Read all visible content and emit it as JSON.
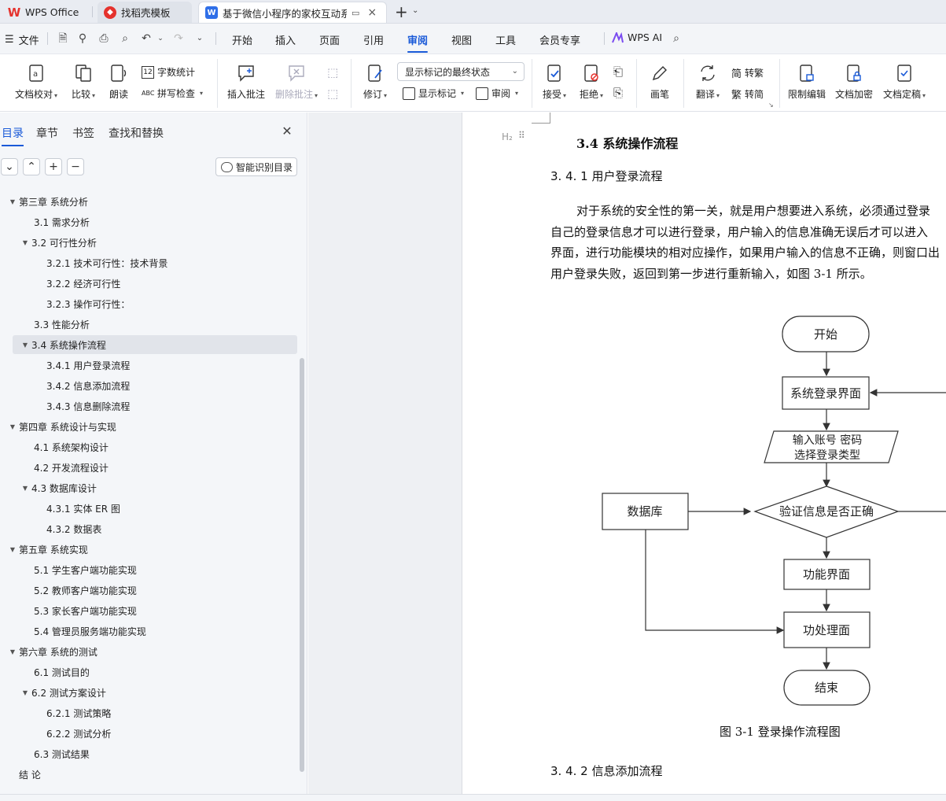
{
  "tabs": [
    {
      "label": "WPS Office",
      "icon": "wps-logo-icon"
    },
    {
      "label": "找稻壳模板",
      "icon": "docer-icon"
    },
    {
      "label": "基于微信小程序的家校互动系统",
      "icon": "writer-doc-icon"
    }
  ],
  "menu": {
    "file": "文件",
    "items": [
      "开始",
      "插入",
      "页面",
      "引用",
      "审阅",
      "视图",
      "工具",
      "会员专享"
    ],
    "active": "审阅",
    "ai": "WPS AI"
  },
  "ribbon": {
    "proofread": "文档校对",
    "compare": "比较",
    "read_aloud": "朗读",
    "word_count": "字数统计",
    "spell_check": "拼写检查",
    "insert_comment": "插入批注",
    "delete_comment": "删除批注",
    "track_changes": "修订",
    "display_state": "显示标记的最终状态",
    "show_markup": "显示标记",
    "review": "审阅",
    "accept": "接受",
    "reject": "拒绝",
    "pen": "画笔",
    "translate": "翻译",
    "to_traditional": "转繁",
    "to_simplified": "转简",
    "restrict_edit": "限制编辑",
    "encrypt": "文档加密",
    "finalize": "文档定稿"
  },
  "nav": {
    "tabs": [
      "目录",
      "章节",
      "书签",
      "查找和替换"
    ],
    "active_tab": "目录",
    "smart_button": "智能识别目录",
    "toc": [
      {
        "text": "第三章  系统分析",
        "level": 1,
        "expanded": true
      },
      {
        "text": "3.1 需求分析",
        "level": 2
      },
      {
        "text": "3.2 可行性分析",
        "level": 2,
        "expanded": true
      },
      {
        "text": "3.2.1 技术可行性：技术背景",
        "level": 3
      },
      {
        "text": "3.2.2 经济可行性",
        "level": 3
      },
      {
        "text": "3.2.3 操作可行性：",
        "level": 3
      },
      {
        "text": "3.3 性能分析",
        "level": 2
      },
      {
        "text": "3.4 系统操作流程",
        "level": 2,
        "expanded": true,
        "selected": true
      },
      {
        "text": "3.4.1 用户登录流程",
        "level": 3
      },
      {
        "text": "3.4.2 信息添加流程",
        "level": 3
      },
      {
        "text": "3.4.3 信息删除流程",
        "level": 3
      },
      {
        "text": "第四章  系统设计与实现",
        "level": 1,
        "expanded": true
      },
      {
        "text": "4.1 系统架构设计",
        "level": 2
      },
      {
        "text": "4.2 开发流程设计",
        "level": 2
      },
      {
        "text": "4.3 数据库设计",
        "level": 2,
        "expanded": true
      },
      {
        "text": "4.3.1 实体 ER 图",
        "level": 3
      },
      {
        "text": "4.3.2 数据表",
        "level": 3
      },
      {
        "text": "第五章  系统实现",
        "level": 1,
        "expanded": true
      },
      {
        "text": "5.1 学生客户端功能实现",
        "level": 2
      },
      {
        "text": "5.2 教师客户端功能实现",
        "level": 2
      },
      {
        "text": "5.3 家长客户端功能实现",
        "level": 2
      },
      {
        "text": "5.4  管理员服务端功能实现",
        "level": 2
      },
      {
        "text": "第六章   系统的测试",
        "level": 1,
        "expanded": true
      },
      {
        "text": "6.1  测试目的",
        "level": 2
      },
      {
        "text": "6.2  测试方案设计",
        "level": 2,
        "expanded": true
      },
      {
        "text": "6.2.1  测试策略",
        "level": 3
      },
      {
        "text": "6.2.2  测试分析",
        "level": 3
      },
      {
        "text": "6.3  测试结果",
        "level": 2
      },
      {
        "text": "结   论",
        "level": 1
      }
    ]
  },
  "doc": {
    "heading_marker": "H₂",
    "section_title": "3.4 系统操作流程",
    "subsection_title": "3. 4. 1 用户登录流程",
    "paragraph": [
      "对于系统的安全性的第一关，就是用户想要进入系统，必须通过登录",
      "自己的登录信息才可以进行登录，用户输入的信息准确无误后才可以进入",
      "界面，进行功能模块的相对应操作，如果用户输入的信息不正确，则窗口出",
      "用户登录失败，返回到第一步进行重新输入，如图 3-1 所示。"
    ],
    "flowchart": {
      "start": "开始",
      "login_ui": "系统登录界面",
      "input_line1": "输入账号 密码",
      "input_line2": "选择登录类型",
      "database": "数据库",
      "verify": "验证信息是否正确",
      "function_ui": "功能界面",
      "process_ui": "功处理面",
      "end": "结束"
    },
    "caption": "图 3-1 登录操作流程图",
    "next_subsection": "3. 4. 2 信息添加流程"
  },
  "colors": {
    "accent": "#1a5ad8",
    "wps_red": "#e5322d",
    "writer_blue": "#2f6fe8"
  }
}
